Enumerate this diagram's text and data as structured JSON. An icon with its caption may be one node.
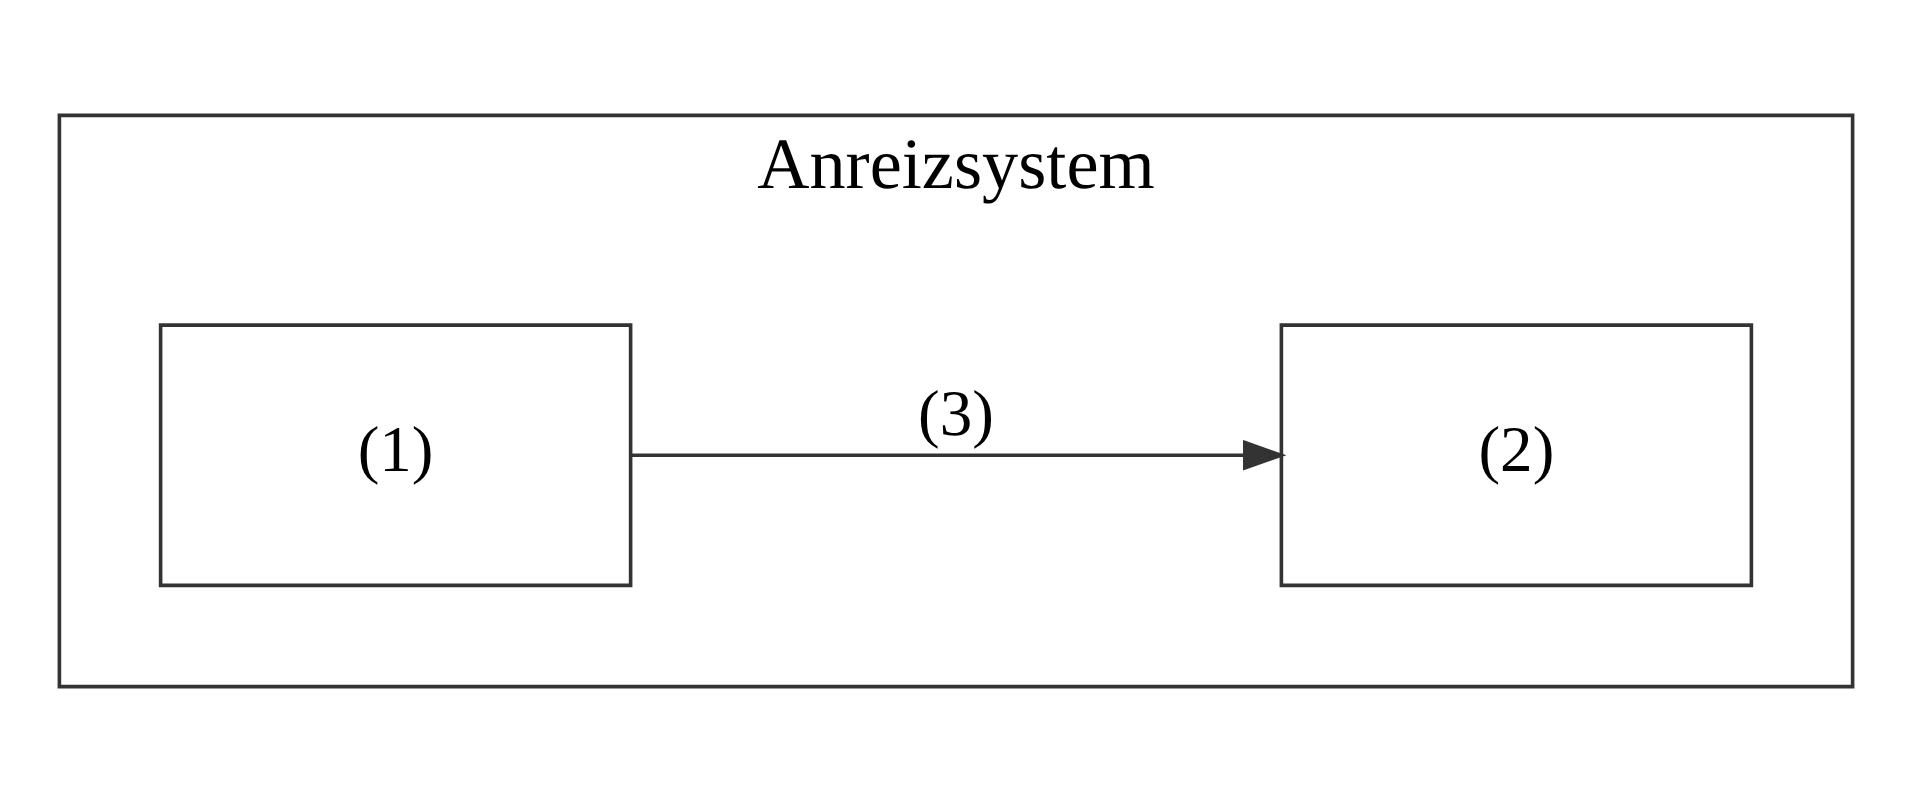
{
  "diagram": {
    "nodes": [
      {
        "text": [
          "Anreizsystem"
        ]
      },
      {
        "text": [
          "(1)"
        ],
        "in": 0
      },
      {
        "text": [
          "(2)"
        ],
        "in": 0
      }
    ],
    "edges": [
      {
        "from": 1,
        "to": 2,
        "arrow": "to",
        "label": "(3)"
      }
    ]
  }
}
